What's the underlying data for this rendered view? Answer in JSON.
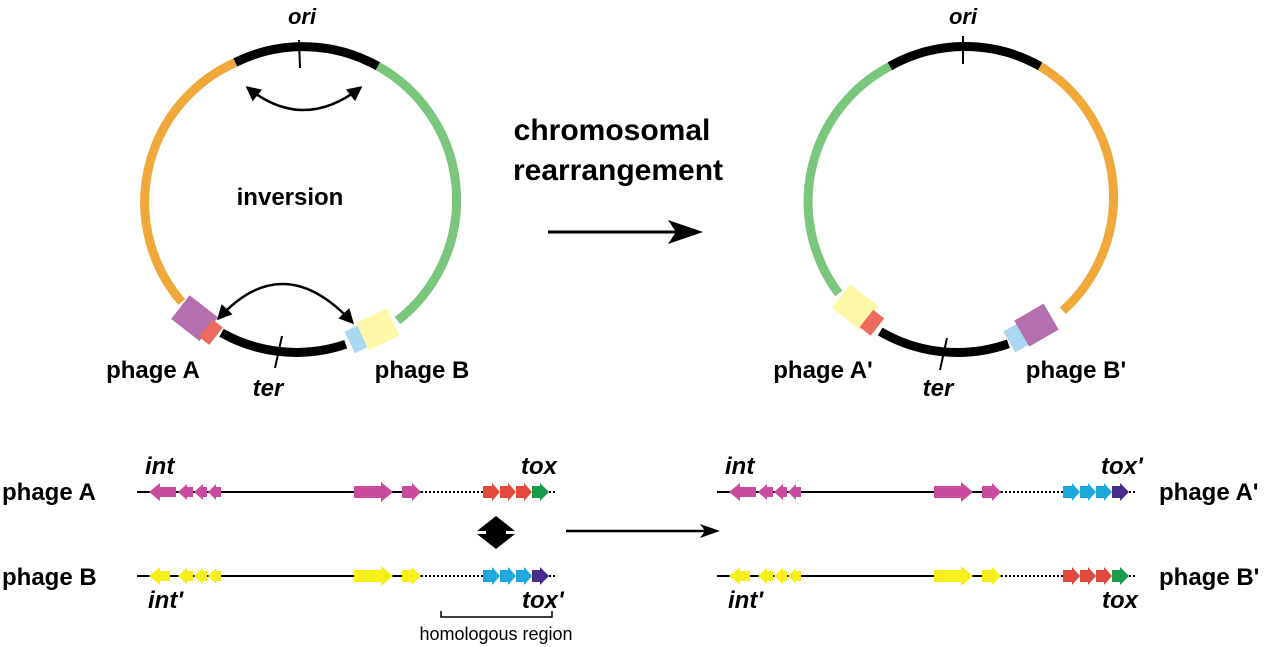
{
  "colors": {
    "backbone": "#000000",
    "orange_segment": "#f0a83a",
    "green_segment": "#79c67c",
    "magenta_gene": "#c84b9e",
    "yellow_gene": "#f6ef1a",
    "red_gene": "#e4493d",
    "cyan_gene": "#1ea7dc",
    "green_gene": "#1a9a4a",
    "purple_gene": "#4b2a8e",
    "purple_block": "#b36fae",
    "salmon_block": "#ec6b5e",
    "light_blue_block": "#a9d8f0",
    "light_yellow_block": "#fdf7a8"
  },
  "left_chromosome": {
    "ori_label": "ori",
    "ter_label": "ter",
    "center_label": "inversion",
    "phage_a_label": "phage A",
    "phage_b_label": "phage B"
  },
  "rearrangement": {
    "line1": "chromosomal",
    "line2": "rearrangement"
  },
  "right_chromosome": {
    "ori_label": "ori",
    "ter_label": "ter",
    "phage_a_label": "phage A'",
    "phage_b_label": "phage B'"
  },
  "gene_maps": {
    "left": {
      "phage_a_label": "phage A",
      "phage_b_label": "phage B",
      "int_label": "int",
      "int_prime_label": "int'",
      "tox_label": "tox",
      "tox_prime_label": "tox'",
      "homologous_label": "homologous region"
    },
    "right": {
      "phage_a_label": "phage A'",
      "phage_b_label": "phage B'",
      "int_label": "int",
      "int_prime_label": "int'",
      "tox_prime_label": "tox'",
      "tox_label": "tox"
    }
  }
}
